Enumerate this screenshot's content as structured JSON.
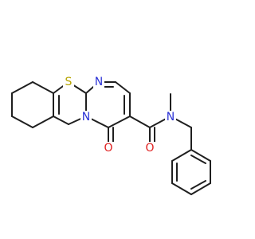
{
  "molecule": {
    "atoms": {
      "sulfur": {
        "label": "S",
        "color": "#b5a400"
      },
      "ring_nitrogen_top": {
        "label": "N",
        "color": "#2b32d6"
      },
      "ring_nitrogen_fused": {
        "label": "N",
        "color": "#2b32d6"
      },
      "amide_nitrogen": {
        "label": "N",
        "color": "#2b32d6"
      },
      "ring_oxygen": {
        "label": "O",
        "color": "#e02020"
      },
      "amide_oxygen": {
        "label": "O",
        "color": "#e02020"
      }
    }
  }
}
